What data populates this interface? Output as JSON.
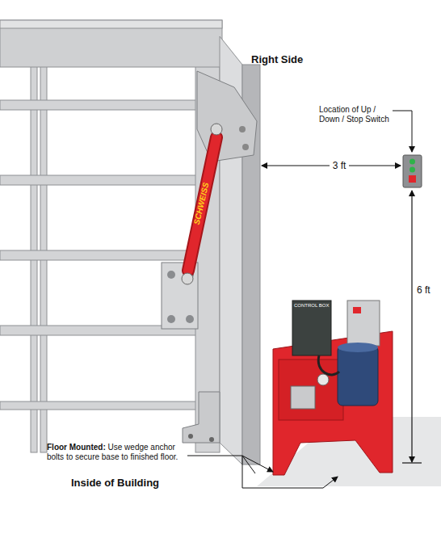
{
  "diagram": {
    "labels": [
      "Right Side",
      "Location of Up / Down / Stop Switch",
      "3 ft",
      "6 ft",
      "Floor Mounted:",
      "Use wedge anchor bolts to secure base to finished floor.",
      "Inside of Building",
      "SCHWEISS",
      "CONTROL BOX"
    ]
  }
}
